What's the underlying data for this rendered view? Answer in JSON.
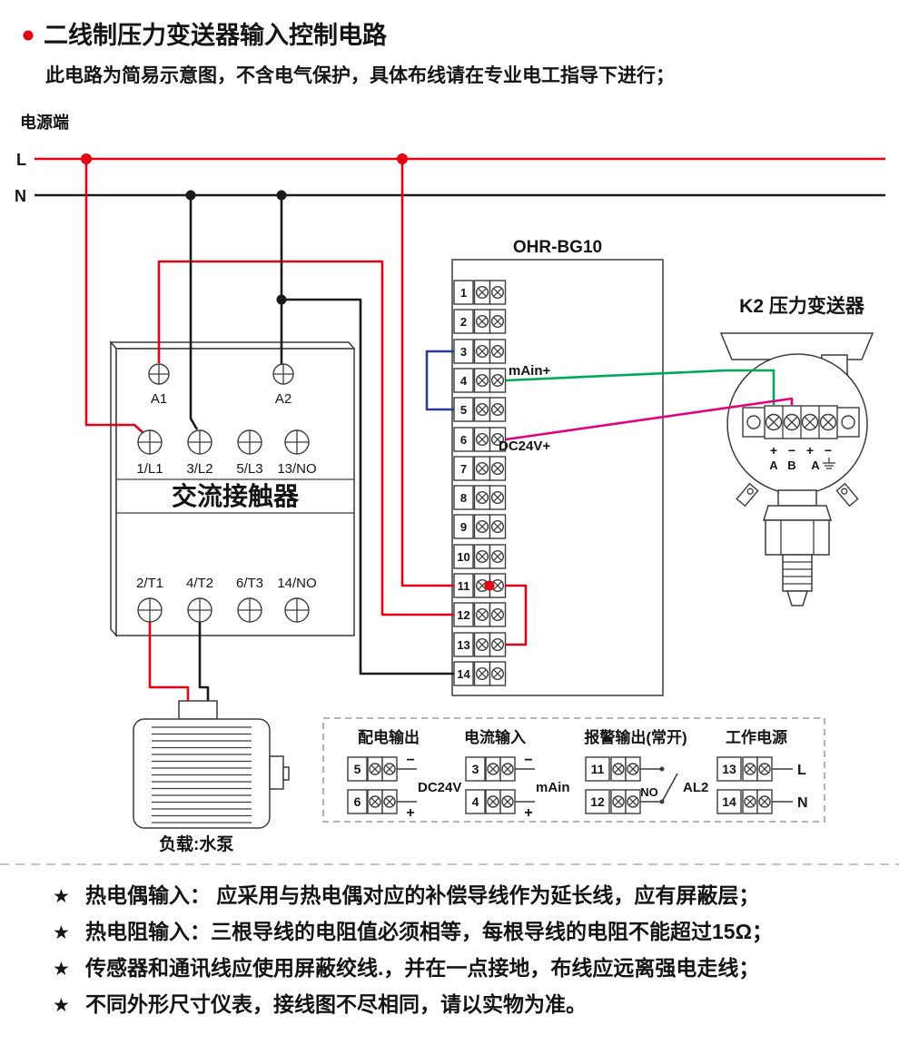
{
  "header": {
    "title": "二线制压力变送器输入控制电路",
    "subtitle": "此电路为简易示意图，不含电气保护，具体布线请在专业电工指导下进行；"
  },
  "power": {
    "terminal_label": "电源端",
    "l": "L",
    "n": "N"
  },
  "contactor": {
    "label": "交流接触器",
    "coil_terminals": [
      "A1",
      "A2"
    ],
    "input_terminals": [
      "1/L1",
      "3/L2",
      "5/L3",
      "13/NO"
    ],
    "output_terminals": [
      "2/T1",
      "4/T2",
      "6/T3",
      "14/NO"
    ]
  },
  "ohr": {
    "title": "OHR-BG10",
    "terminals": [
      "1",
      "2",
      "3",
      "4",
      "5",
      "6",
      "7",
      "8",
      "9",
      "10",
      "11",
      "12",
      "13",
      "14"
    ],
    "main_label": "mAin+",
    "dc24v_label": "DC24V+"
  },
  "transmitter": {
    "title": "K2  压力变送器",
    "polarity": [
      "+",
      "−",
      "+",
      "−"
    ],
    "pins": [
      "A",
      "B",
      "A"
    ]
  },
  "motor": {
    "label": "负载:水泵"
  },
  "detail_panel": {
    "groups": [
      {
        "title": "配电输出",
        "rows": [
          "5",
          "6"
        ],
        "signs": [
          "−",
          "+"
        ],
        "label": "DC24V"
      },
      {
        "title": "电流输入",
        "rows": [
          "3",
          "4"
        ],
        "signs": [
          "−",
          "+"
        ],
        "label": "mAin"
      },
      {
        "title": "报警输出(常开)",
        "rows": [
          "11",
          "12"
        ],
        "contact": "NO",
        "label": "AL2"
      },
      {
        "title": "工作电源",
        "rows": [
          "13",
          "14"
        ],
        "signs": [
          "L",
          "N"
        ]
      }
    ]
  },
  "notes": {
    "bullet": "★",
    "items": [
      "热电偶输入： 应采用与热电偶对应的补偿导线作为延长线，应有屏蔽层；",
      "热电阻输入：三根导线的电阻值必须相等，每根导线的电阻不能超过15Ω；",
      "传感器和通讯线应使用屏蔽绞线.，并在一点接地，布线应远离强电走线；",
      "不同外形尺寸仪表，接线图不尽相同，请以实物为准。"
    ]
  },
  "colors": {
    "wire_red": "#e60012",
    "wire_black": "#1a1a1a",
    "wire_blue": "#2b3a8f",
    "wire_green": "#00a85a",
    "wire_magenta": "#e5007e"
  }
}
